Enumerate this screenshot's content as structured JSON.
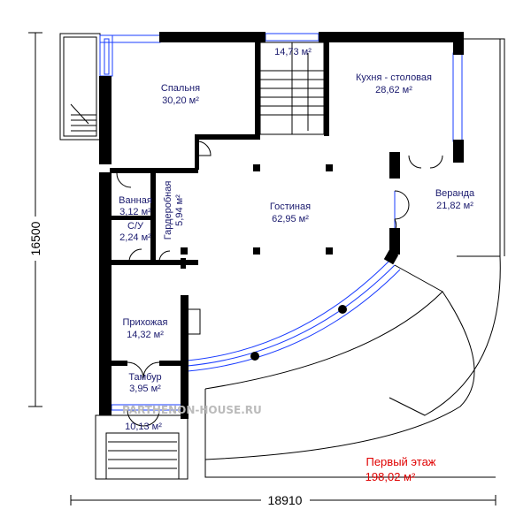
{
  "rooms": {
    "bedroom": {
      "name": "Спальня",
      "area": "30,20 м²"
    },
    "stair_hall": {
      "area": "14,73 м²"
    },
    "kitchen": {
      "name": "Кухня - столовая",
      "area": "28,62 м²"
    },
    "bathroom": {
      "name": "Ванная",
      "area": "3,12 м²"
    },
    "wc": {
      "name": "С/У",
      "area": "2,24 м²"
    },
    "wardrobe": {
      "name": "Гардеробная",
      "area": "5,94 м²"
    },
    "living": {
      "name": "Гостиная",
      "area": "62,95 м²"
    },
    "veranda": {
      "name": "Веранда",
      "area": "21,82 м²"
    },
    "hall": {
      "name": "Прихожая",
      "area": "14,32 м²"
    },
    "vestibule": {
      "name": "Тамбур",
      "area": "3,95 м²"
    },
    "porch": {
      "area": "10,13 м²"
    }
  },
  "dimensions": {
    "height": "16500",
    "width": "18910"
  },
  "floor": {
    "title": "Первый этаж",
    "area": "198,02 м²"
  },
  "watermark": "PARTHENON-HOUSE.RU",
  "colors": {
    "wall": "#000000",
    "window": "#1a3cff",
    "label": "#1a1a6e",
    "floor_title": "#e00000"
  }
}
